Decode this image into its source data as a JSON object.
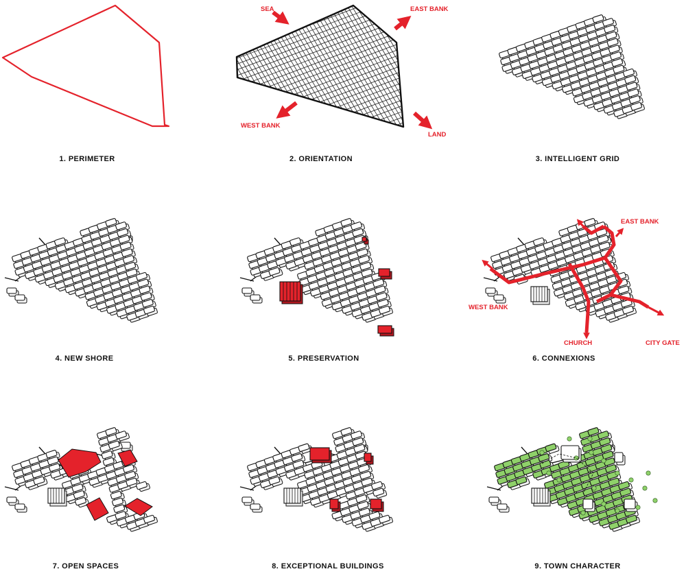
{
  "colors": {
    "accent": "#e4222b",
    "ink": "#111111",
    "block_fill": "#ffffff",
    "green": "#8fd16a",
    "green_stroke": "#2f5a22",
    "hatch": "#222222"
  },
  "panels": [
    {
      "id": "perimeter",
      "caption": "1. PERIMETER"
    },
    {
      "id": "orientation",
      "caption": "2. ORIENTATION",
      "labels": {
        "sea": "SEA",
        "east_bank": "EAST BANK",
        "west_bank": "WEST BANK",
        "land": "LAND"
      }
    },
    {
      "id": "intelligent-grid",
      "caption": "3. INTELLIGENT GRID"
    },
    {
      "id": "new-shore",
      "caption": "4. NEW SHORE"
    },
    {
      "id": "preservation",
      "caption": "5. PRESERVATION"
    },
    {
      "id": "connexions",
      "caption": "6. CONNEXIONS",
      "labels": {
        "east_bank": "EAST BANK",
        "west_bank": "WEST BANK",
        "church": "CHURCH",
        "city_gate": "CITY GATE"
      }
    },
    {
      "id": "open-spaces",
      "caption": "7. OPEN SPACES"
    },
    {
      "id": "exceptional-buildings",
      "caption": "8. EXCEPTIONAL BUILDINGS"
    },
    {
      "id": "town-character",
      "caption": "9. TOWN CHARACTER"
    }
  ]
}
